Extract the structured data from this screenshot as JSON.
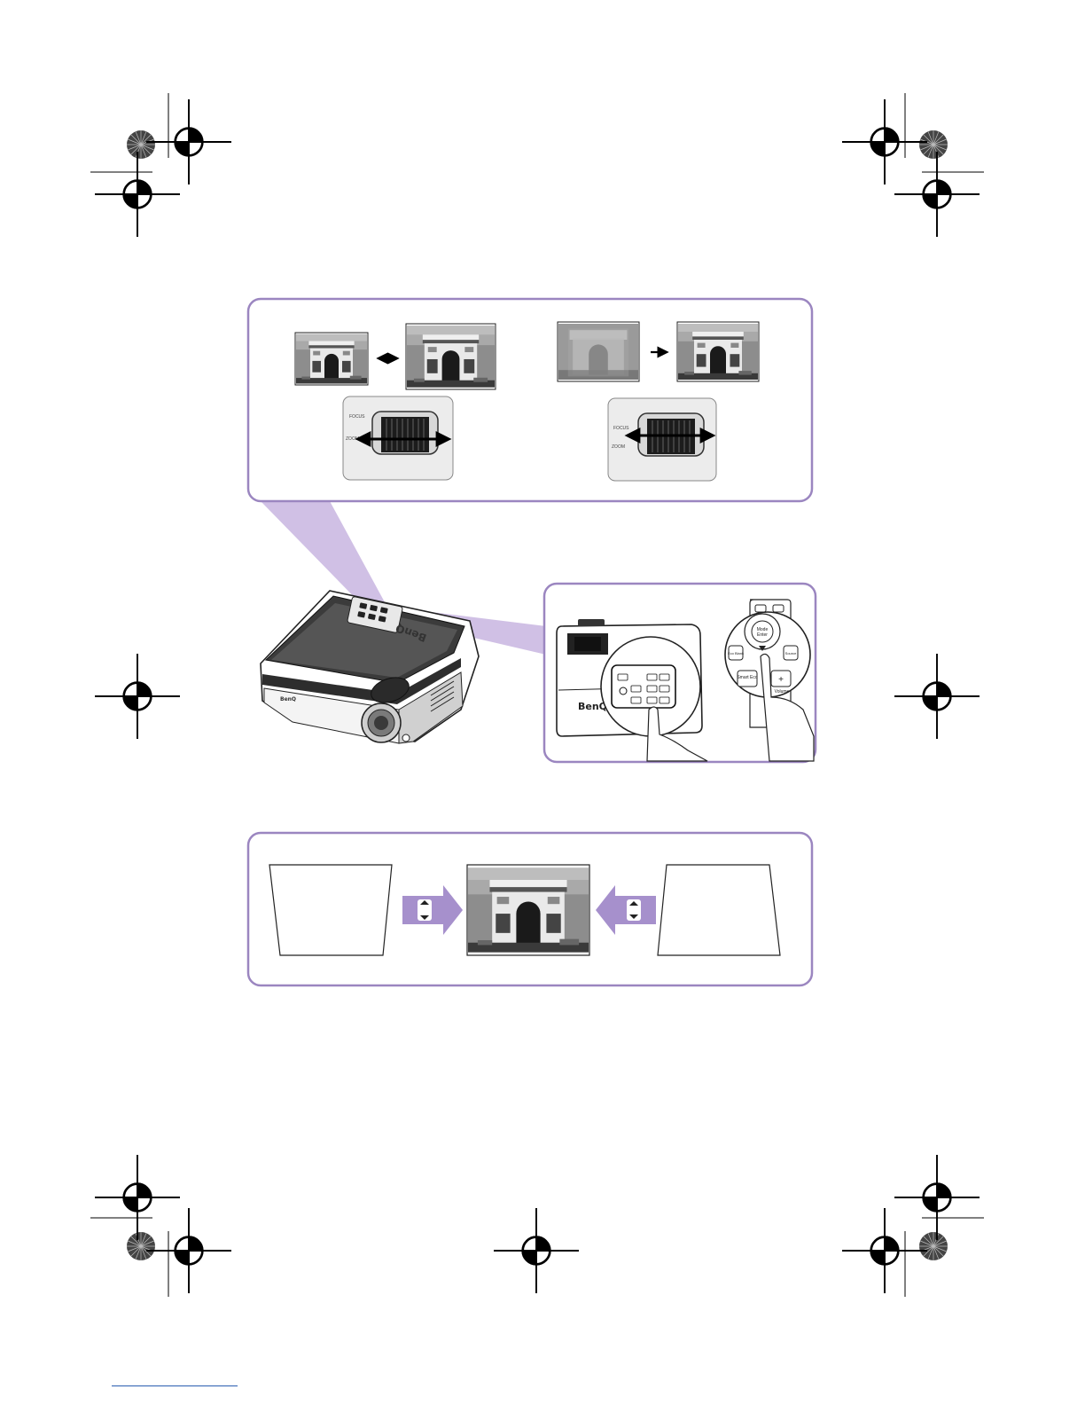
{
  "colors": {
    "accent": "#9b86c0",
    "accent_fill": "#cbb9e2",
    "bg": "#ffffff"
  },
  "icons": [
    "registration-mark-icon",
    "starburst-target-icon",
    "double-arrow-icon",
    "right-arrow-icon",
    "keystone-up-icon",
    "keystone-down-icon",
    "pointing-hand-icon"
  ],
  "lens_dial": {
    "focus_label": "FOCUS",
    "zoom_label": "ZOOM"
  },
  "projector": {
    "brand": "BenQ"
  },
  "keypad": {
    "power_label": "",
    "buttons": [
      "Mode",
      "Enter",
      "Eco Blank",
      "Source",
      "Smart Eco",
      "+",
      "Volume"
    ]
  }
}
